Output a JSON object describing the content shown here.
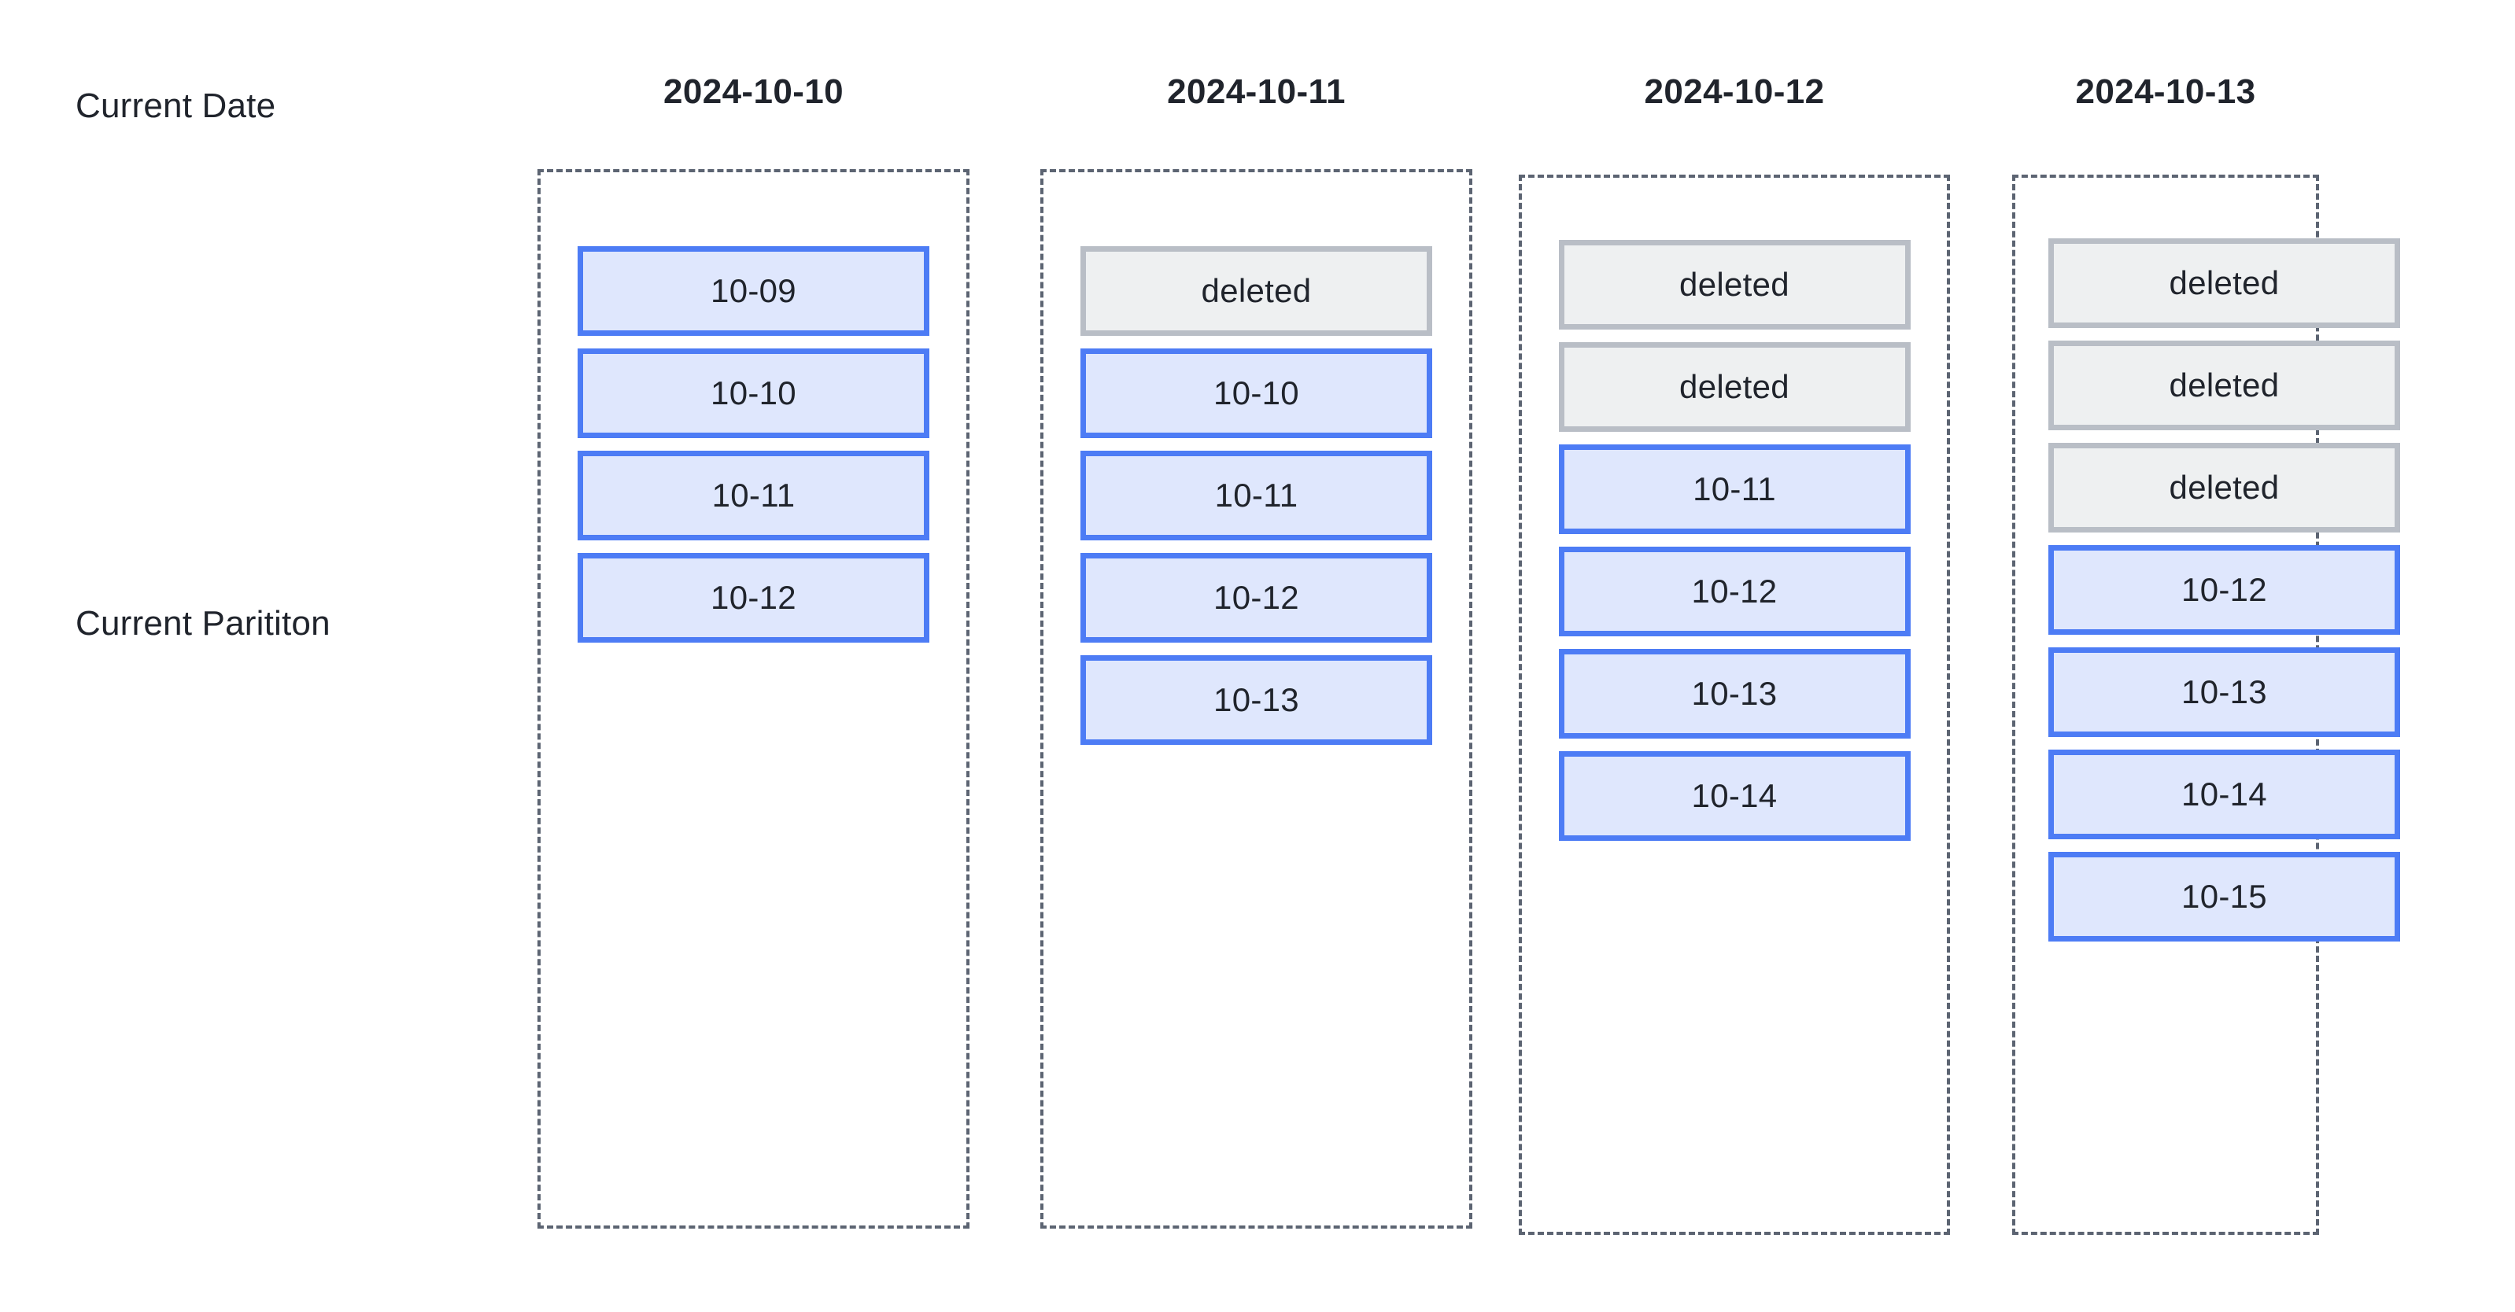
{
  "diagram": {
    "row_labels": {
      "date_row": "Current Date",
      "partition_row": "Current Parititon"
    },
    "colors": {
      "active_fill": "#dfe7fd",
      "active_border": "#4d7cf5",
      "deleted_fill": "#eef0f1",
      "deleted_border": "#b9bec6",
      "container_border": "#5c6472",
      "text": "#20242c",
      "background": "#ffffff"
    },
    "columns": [
      {
        "header": "2024-10-10",
        "cells": [
          {
            "label": "10-09",
            "state": "active"
          },
          {
            "label": "10-10",
            "state": "active"
          },
          {
            "label": "10-11",
            "state": "active"
          },
          {
            "label": "10-12",
            "state": "active"
          }
        ]
      },
      {
        "header": "2024-10-11",
        "cells": [
          {
            "label": "deleted",
            "state": "deleted"
          },
          {
            "label": "10-10",
            "state": "active"
          },
          {
            "label": "10-11",
            "state": "active"
          },
          {
            "label": "10-12",
            "state": "active"
          },
          {
            "label": "10-13",
            "state": "active"
          }
        ]
      },
      {
        "header": "2024-10-12",
        "cells": [
          {
            "label": "deleted",
            "state": "deleted"
          },
          {
            "label": "deleted",
            "state": "deleted"
          },
          {
            "label": "10-11",
            "state": "active"
          },
          {
            "label": "10-12",
            "state": "active"
          },
          {
            "label": "10-13",
            "state": "active"
          },
          {
            "label": "10-14",
            "state": "active"
          }
        ]
      },
      {
        "header": "2024-10-13",
        "cells": [
          {
            "label": "deleted",
            "state": "deleted"
          },
          {
            "label": "deleted",
            "state": "deleted"
          },
          {
            "label": "deleted",
            "state": "deleted"
          },
          {
            "label": "10-12",
            "state": "active"
          },
          {
            "label": "10-13",
            "state": "active"
          },
          {
            "label": "10-14",
            "state": "active"
          },
          {
            "label": "10-15",
            "state": "active"
          }
        ]
      }
    ]
  }
}
